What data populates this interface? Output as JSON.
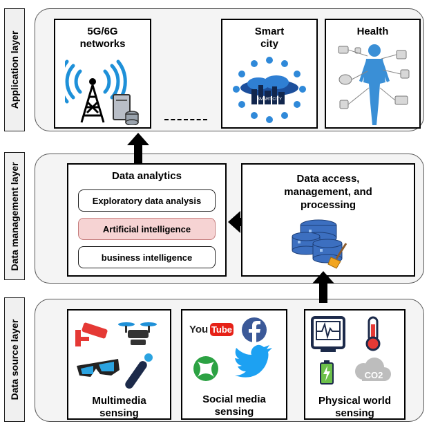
{
  "layers": {
    "application": "Application layer",
    "data_management": "Data management layer",
    "data_source": "Data source layer"
  },
  "application_boxes": {
    "networks_line1": "5G/6G",
    "networks_line2": "networks",
    "smartcity_line1": "Smart",
    "smartcity_line2": "city",
    "smartcity_caption": "SMART CITY",
    "health": "Health"
  },
  "data_analytics": {
    "title": "Data analytics",
    "items": [
      "Exploratory data analysis",
      "Artificial intelligence",
      "business intelligence"
    ]
  },
  "data_access": {
    "line1": "Data access,",
    "line2": "management, and",
    "line3": "processing"
  },
  "sources": {
    "multimedia_line1": "Multimedia",
    "multimedia_line2": "sensing",
    "social_line1": "Social media",
    "social_line2": "sensing",
    "youtube_you": "You",
    "youtube_tube": "Tube",
    "co2": "CO2",
    "physical_line1": "Physical world",
    "physical_line2": "sensing"
  },
  "colors": {
    "ai_fill": "#f6d3d3",
    "panel_fill": "#f4f4f4",
    "wifi_blue": "#1e90d8",
    "facebook_blue": "#3b5998",
    "twitter_blue": "#1da1f2",
    "xbox_green": "#2ca243",
    "youtube_red": "#e62117",
    "cctv_red": "#e53935"
  }
}
